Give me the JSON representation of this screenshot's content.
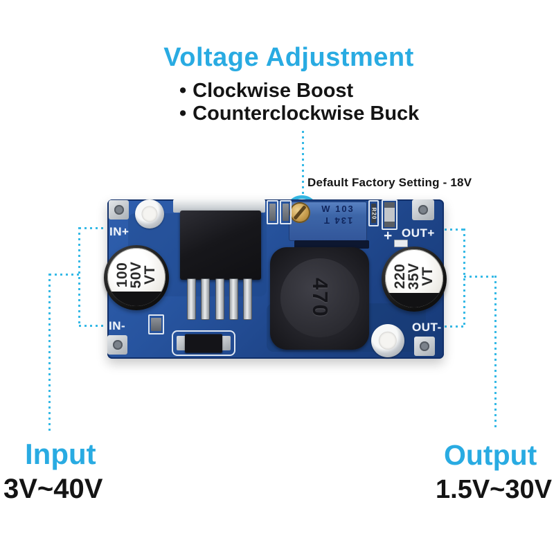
{
  "annotations": {
    "title": "Voltage Adjustment",
    "bullet_glyph": "•",
    "bullets": [
      "Clockwise Boost",
      "Counterclockwise Buck"
    ],
    "factory_setting": "Default Factory Setting - 18V",
    "input_label": "Input",
    "input_range": "3V~40V",
    "output_label": "Output",
    "output_range": "1.5V~30V"
  },
  "board": {
    "silkscreen": {
      "in_plus": "IN+",
      "in_minus": "IN-",
      "out_plus": "OUT+",
      "out_minus": "OUT-",
      "plus_mark": "+"
    },
    "components": {
      "input_capacitor": {
        "marking_lines": [
          "100",
          "50V",
          "VT"
        ]
      },
      "output_capacitor": {
        "marking_lines": [
          "220",
          "35V",
          "VT"
        ]
      },
      "inductor": {
        "marking": "470"
      },
      "potentiometer": {
        "marking_top": "W 103",
        "marking_bottom": "134 T"
      },
      "smd_resistor": {
        "marking": "R20"
      }
    }
  },
  "colors": {
    "accent_cyan": "#29abe2",
    "callout_cyan": "#35b9e6",
    "text_black": "#141414",
    "pcb_blue": "#27549f"
  }
}
